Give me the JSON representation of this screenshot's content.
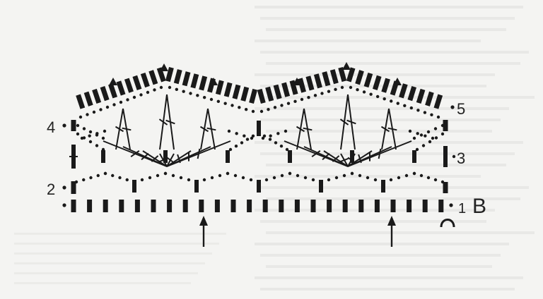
{
  "diagram": {
    "row_labels_left": [
      "4",
      "2"
    ],
    "row_labels_right": [
      "5",
      "3",
      "1"
    ],
    "start_label": "B",
    "colors": {
      "ink": "#1a1a1a",
      "paper": "#f4f4f2",
      "ghost_text": "#d9d9d6"
    },
    "repeat_markers": [
      "arrow-up-icon",
      "arrow-up-icon"
    ],
    "start_marker": "chain-loop-icon",
    "picot_marker": "triangle-picot-icon"
  }
}
